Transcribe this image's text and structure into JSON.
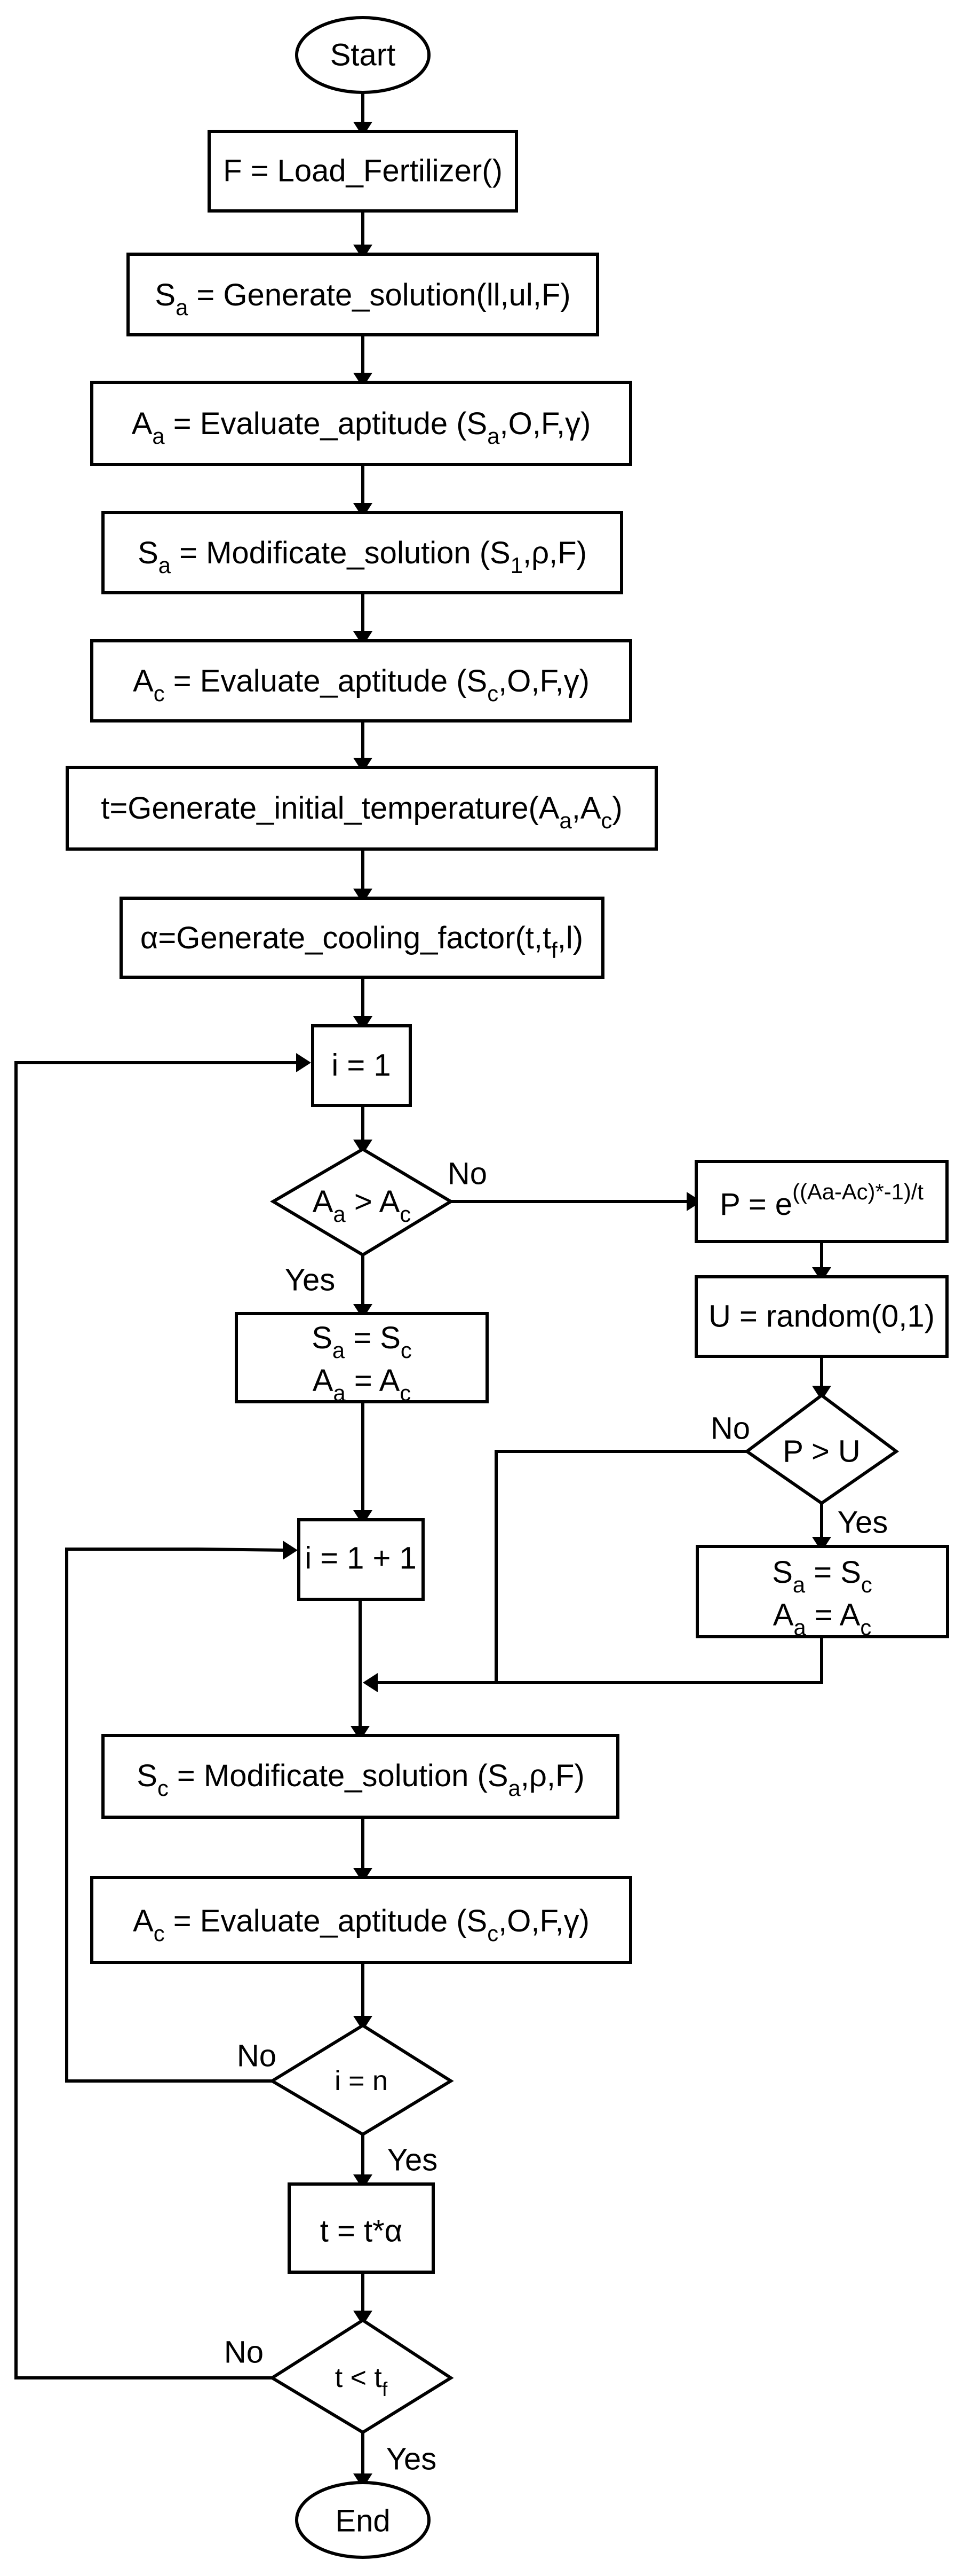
{
  "nodes": {
    "start": {
      "text": "Start"
    },
    "load_fertilizer": {
      "text": "F = Load_Fertilizer()"
    },
    "generate_solution": {
      "parts": [
        {
          "t": "S",
          "sub": false
        },
        {
          "t": "a",
          "sub": true
        },
        {
          "t": " = Generate_solution(ll,ul,F)",
          "sub": false
        }
      ]
    },
    "evaluate_aa": {
      "parts": [
        {
          "t": "A",
          "sub": false
        },
        {
          "t": "a",
          "sub": true
        },
        {
          "t": " = Evaluate_aptitude (S",
          "sub": false
        },
        {
          "t": "a",
          "sub": true
        },
        {
          "t": ",O,F,γ)",
          "sub": false
        }
      ]
    },
    "modificate_1": {
      "parts": [
        {
          "t": "S",
          "sub": false
        },
        {
          "t": "a",
          "sub": true
        },
        {
          "t": " = Modificate_solution (S",
          "sub": false
        },
        {
          "t": "1",
          "sub": true
        },
        {
          "t": ",ρ,F)",
          "sub": false
        }
      ]
    },
    "evaluate_ac_1": {
      "parts": [
        {
          "t": "A",
          "sub": false
        },
        {
          "t": "c",
          "sub": true
        },
        {
          "t": " = Evaluate_aptitude (S",
          "sub": false
        },
        {
          "t": "c",
          "sub": true
        },
        {
          "t": ",O,F,γ)",
          "sub": false
        }
      ]
    },
    "initial_temperature": {
      "parts": [
        {
          "t": "t=Generate_initial_temperature(A",
          "sub": false
        },
        {
          "t": "a",
          "sub": true
        },
        {
          "t": ",A",
          "sub": false
        },
        {
          "t": "c",
          "sub": true
        },
        {
          "t": ")",
          "sub": false
        }
      ]
    },
    "cooling_factor": {
      "parts": [
        {
          "t": "α=Generate_cooling_factor(t,t",
          "sub": false
        },
        {
          "t": "f",
          "sub": true
        },
        {
          "t": ",l)",
          "sub": false
        }
      ]
    },
    "i_init": {
      "text": "i = 1"
    },
    "compare_aa_ac": {
      "parts": [
        {
          "t": "A",
          "sub": false
        },
        {
          "t": "a",
          "sub": true
        },
        {
          "t": " > A",
          "sub": false
        },
        {
          "t": "c",
          "sub": true
        }
      ]
    },
    "probability": {
      "parts": [
        {
          "t": "P = e",
          "sub": false
        },
        {
          "t": "((Aa-Ac)*-1)/t",
          "sup": true
        }
      ]
    },
    "random_u": {
      "text": "U = random(0,1)"
    },
    "compare_p_u": {
      "text": "P > U"
    },
    "assign_left_line1": {
      "parts": [
        {
          "t": "S",
          "sub": false
        },
        {
          "t": "a",
          "sub": true
        },
        {
          "t": " = S",
          "sub": false
        },
        {
          "t": "c",
          "sub": true
        }
      ]
    },
    "assign_left_line2": {
      "parts": [
        {
          "t": "A",
          "sub": false
        },
        {
          "t": "a",
          "sub": true
        },
        {
          "t": " = A",
          "sub": false
        },
        {
          "t": "c",
          "sub": true
        }
      ]
    },
    "assign_right_line1": {
      "parts": [
        {
          "t": "S",
          "sub": false
        },
        {
          "t": "a",
          "sub": true
        },
        {
          "t": " = S",
          "sub": false
        },
        {
          "t": "c",
          "sub": true
        }
      ]
    },
    "assign_right_line2": {
      "parts": [
        {
          "t": "A",
          "sub": false
        },
        {
          "t": "a",
          "sub": true
        },
        {
          "t": " = A",
          "sub": false
        },
        {
          "t": "c",
          "sub": true
        }
      ]
    },
    "i_increment": {
      "text": "i = 1 + 1"
    },
    "modificate_2": {
      "parts": [
        {
          "t": "S",
          "sub": false
        },
        {
          "t": "c",
          "sub": true
        },
        {
          "t": " = Modificate_solution (S",
          "sub": false
        },
        {
          "t": "a",
          "sub": true
        },
        {
          "t": ",ρ,F)",
          "sub": false
        }
      ]
    },
    "evaluate_ac_2": {
      "parts": [
        {
          "t": "A",
          "sub": false
        },
        {
          "t": "c",
          "sub": true
        },
        {
          "t": " = Evaluate_aptitude (S",
          "sub": false
        },
        {
          "t": "c",
          "sub": true
        },
        {
          "t": ",O,F,γ)",
          "sub": false
        }
      ]
    },
    "compare_i_n": {
      "text": "i = n"
    },
    "cool_temperature": {
      "text": "t = t*α"
    },
    "compare_t_tf": {
      "parts": [
        {
          "t": "t < t",
          "sub": false
        },
        {
          "t": "f",
          "sub": true
        }
      ]
    },
    "end": {
      "text": "End"
    }
  },
  "edge_labels": {
    "aa_ac_no": "No",
    "aa_ac_yes": "Yes",
    "p_u_no": "No",
    "p_u_yes": "Yes",
    "i_n_no": "No",
    "i_n_yes": "Yes",
    "t_tf_no": "No",
    "t_tf_yes": "Yes"
  }
}
